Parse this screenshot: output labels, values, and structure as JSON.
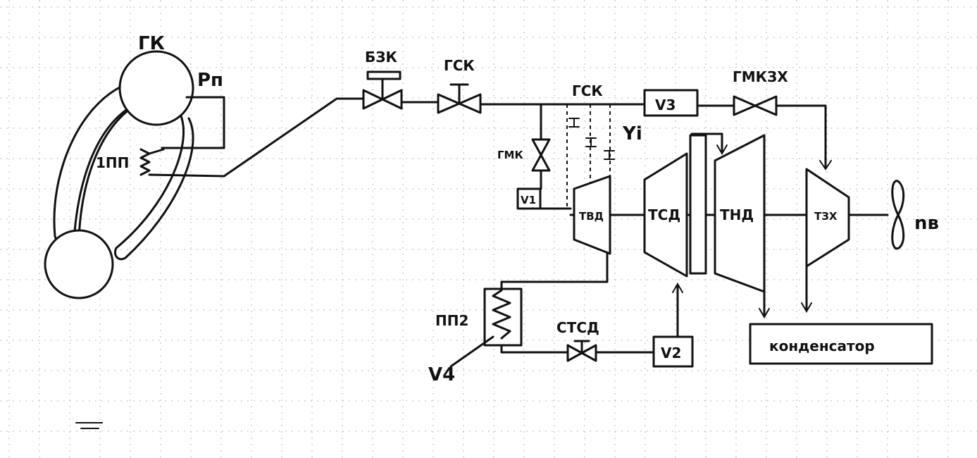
{
  "labels": {
    "gk": "ГК",
    "pp": "Pп",
    "pp1": "1ПП",
    "bzk": "БЗК",
    "gsk1": "ГСК",
    "gsk2": "ГСК",
    "gmk": "ГМК",
    "gmkzx": "ГМКЗХ",
    "v1": "V1",
    "v2": "V2",
    "v3": "V3",
    "v4": "V4",
    "yi": "Yi",
    "tvd": "ТВД",
    "tsd": "ТСД",
    "tnd": "ТНД",
    "tzx": "ТЗХ",
    "pp2": "ПП2",
    "stsd": "СТСД",
    "condenser": "конденсатор",
    "nv": "nв"
  },
  "colors": {
    "ink": "#111111",
    "paper": "#ffffff",
    "grid": "#b8b8b8"
  }
}
